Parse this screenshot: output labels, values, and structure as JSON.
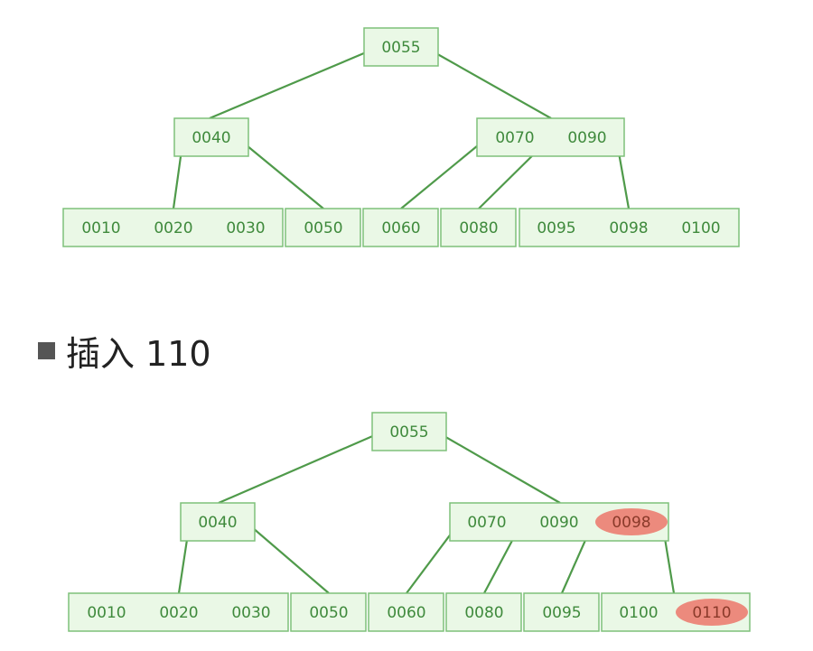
{
  "heading": {
    "text": "插入 110"
  },
  "colors": {
    "node_fill": "#eaf8e6",
    "node_stroke": "#7ec17a",
    "edge": "#4f9a4a",
    "key_text": "#3f8a3c",
    "highlight": "#ec8a7d"
  },
  "tree_before": {
    "root": {
      "keys": [
        "0055"
      ]
    },
    "level1": [
      {
        "keys": [
          "0040"
        ]
      },
      {
        "keys": [
          "0070",
          "0090"
        ]
      }
    ],
    "leaves": [
      {
        "keys": [
          "0010",
          "0020",
          "0030"
        ]
      },
      {
        "keys": [
          "0050"
        ]
      },
      {
        "keys": [
          "0060"
        ]
      },
      {
        "keys": [
          "0080"
        ]
      },
      {
        "keys": [
          "0095",
          "0098",
          "0100"
        ]
      }
    ]
  },
  "tree_after": {
    "root": {
      "keys": [
        "0055"
      ]
    },
    "level1": [
      {
        "keys": [
          "0040"
        ]
      },
      {
        "keys": [
          "0070",
          "0090",
          "0098"
        ],
        "highlight": [
          "0098"
        ]
      }
    ],
    "leaves": [
      {
        "keys": [
          "0010",
          "0020",
          "0030"
        ]
      },
      {
        "keys": [
          "0050"
        ]
      },
      {
        "keys": [
          "0060"
        ]
      },
      {
        "keys": [
          "0080"
        ]
      },
      {
        "keys": [
          "0095"
        ]
      },
      {
        "keys": [
          "0100",
          "0110"
        ],
        "highlight": [
          "0110"
        ]
      }
    ]
  }
}
